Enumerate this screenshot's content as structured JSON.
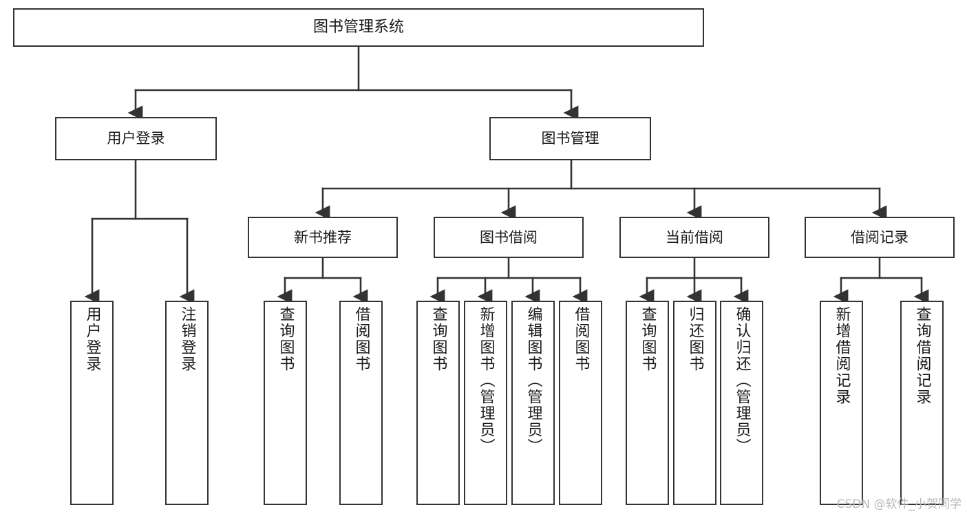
{
  "diagram": {
    "title": "图书管理系统",
    "type": "tree-hierarchy",
    "colors": {
      "box_border": "#333333",
      "box_fill": "#ffffff",
      "connector": "#333333",
      "text": "#1a1a1a",
      "watermark": "#b8b8b8",
      "background": "#ffffff"
    },
    "root": {
      "label": "图书管理系统"
    },
    "level2": [
      {
        "label": "用户登录"
      },
      {
        "label": "图书管理"
      }
    ],
    "level3": [
      {
        "label": "新书推荐"
      },
      {
        "label": "图书借阅"
      },
      {
        "label": "当前借阅"
      },
      {
        "label": "借阅记录"
      }
    ],
    "leaves": {
      "user_login": [
        {
          "label": "用户登录"
        },
        {
          "label": "注销登录"
        }
      ],
      "new_book_recommend": [
        {
          "label": "查询图书"
        },
        {
          "label": "借阅图书"
        }
      ],
      "book_borrow": [
        {
          "label": "查询图书"
        },
        {
          "label": "新增图书（管理员）"
        },
        {
          "label": "编辑图书（管理员）"
        },
        {
          "label": "借阅图书"
        }
      ],
      "current_borrow": [
        {
          "label": "查询图书"
        },
        {
          "label": "归还图书"
        },
        {
          "label": "确认归还（管理员）"
        }
      ],
      "borrow_record": [
        {
          "label": "新增借阅记录"
        },
        {
          "label": "查询借阅记录"
        }
      ]
    }
  },
  "watermark": {
    "text": "CSDN @软件_小贺同学"
  }
}
